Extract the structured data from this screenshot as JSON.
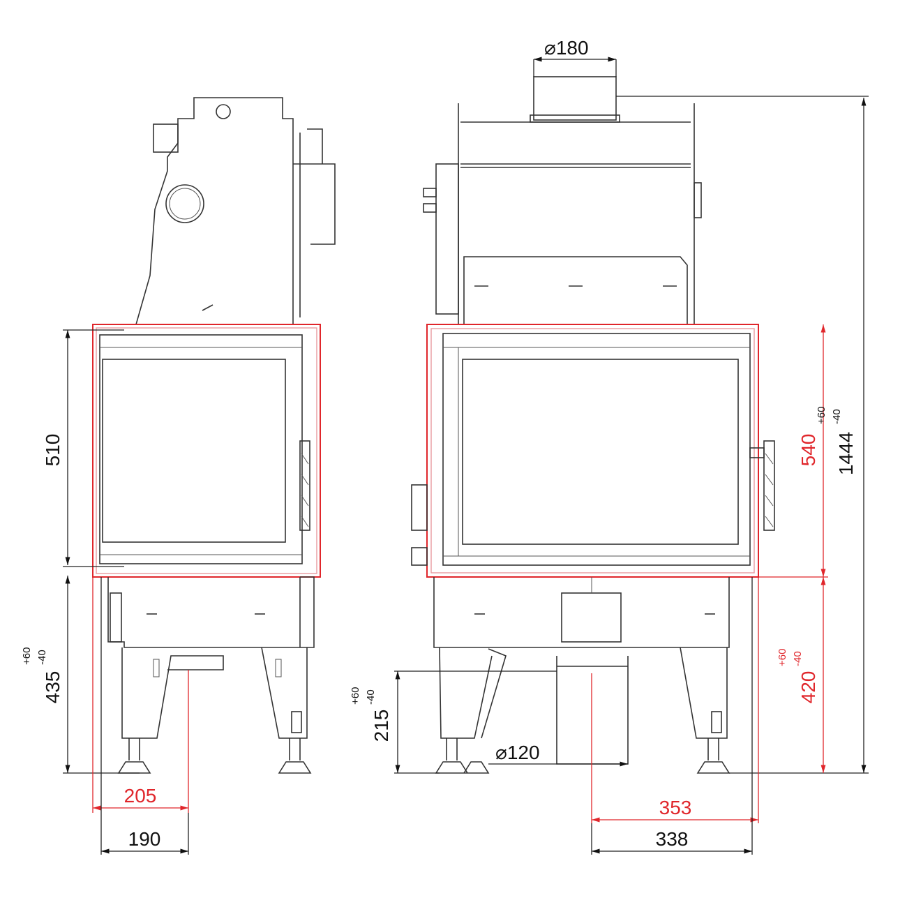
{
  "dimensions": {
    "flue_top": {
      "symbol": "⌀",
      "value": "180"
    },
    "flue_bottom": {
      "symbol": "⌀",
      "value": "120"
    },
    "door_height_side": "510",
    "leg_height_side": {
      "value": "435",
      "tol_plus": "+60",
      "tol_minus": "-40"
    },
    "side_offset_red": "205",
    "side_offset": "190",
    "front_frame_height": "540",
    "total_height": {
      "value": "1444",
      "tol_plus": "+60",
      "tol_minus": "-40"
    },
    "front_leg_height": {
      "value": "420",
      "tol_plus": "+60",
      "tol_minus": "-40"
    },
    "inlet_height": {
      "value": "215",
      "tol_plus": "+60",
      "tol_minus": "-40"
    },
    "front_offset_red": "353",
    "front_offset": "338"
  },
  "colors": {
    "accent_red": "#e0262b",
    "line": "#333333"
  }
}
